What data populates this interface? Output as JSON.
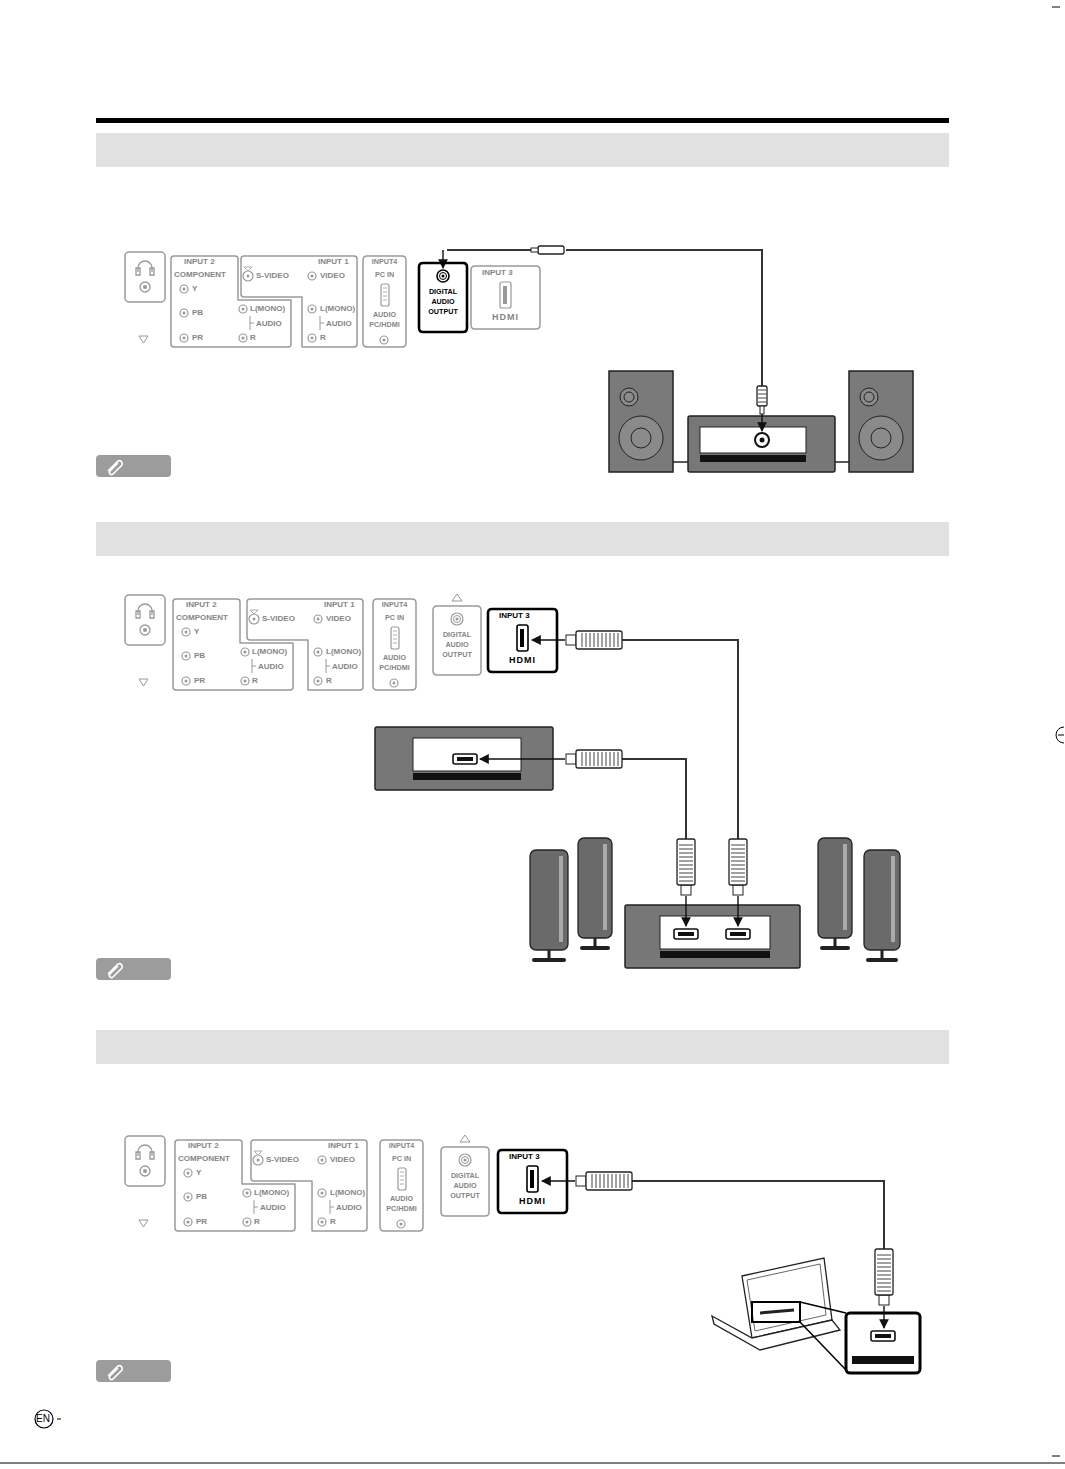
{
  "diagram": {
    "nodes": [
      {
        "text": [
          "INPUT 2",
          "COMPONENT",
          "Y",
          "PB",
          "PR",
          "L(MONO)",
          "AUDIO",
          "R"
        ]
      },
      {
        "text": [
          "S-VIDEO",
          "INPUT 1",
          "VIDEO",
          "L(MONO)",
          "AUDIO",
          "R"
        ]
      },
      {
        "text": [
          "INPUT4",
          "PC IN",
          "AUDIO PC/HDMI"
        ]
      },
      {
        "text": [
          "DIGITAL AUDIO OUTPUT"
        ]
      },
      {
        "text": [
          "INPUT 3",
          "HDMI"
        ]
      },
      {
        "text": [
          "INPUT 2",
          "COMPONENT",
          "Y",
          "PB",
          "PR",
          "L(MONO)",
          "AUDIO",
          "R"
        ]
      },
      {
        "text": [
          "S-VIDEO",
          "INPUT 1",
          "VIDEO",
          "L(MONO)",
          "AUDIO",
          "R"
        ]
      },
      {
        "text": [
          "INPUT4",
          "PC IN",
          "AUDIO PC/HDMI"
        ]
      },
      {
        "text": [
          "DIGITAL AUDIO OUTPUT"
        ]
      },
      {
        "text": [
          "INPUT 3",
          "HDMI"
        ]
      },
      {
        "text": [
          "INPUT 2",
          "COMPONENT",
          "Y",
          "PB",
          "PR",
          "L(MONO)",
          "AUDIO",
          "R"
        ]
      },
      {
        "text": [
          "S-VIDEO",
          "INPUT 1",
          "VIDEO",
          "L(MONO)",
          "AUDIO",
          "R"
        ]
      },
      {
        "text": [
          "INPUT4",
          "PC IN",
          "AUDIO PC/HDMI"
        ]
      },
      {
        "text": [
          "DIGITAL AUDIO OUTPUT"
        ]
      },
      {
        "text": [
          "INPUT 3",
          "HDMI"
        ]
      }
    ],
    "labels": [
      "EN"
    ]
  }
}
